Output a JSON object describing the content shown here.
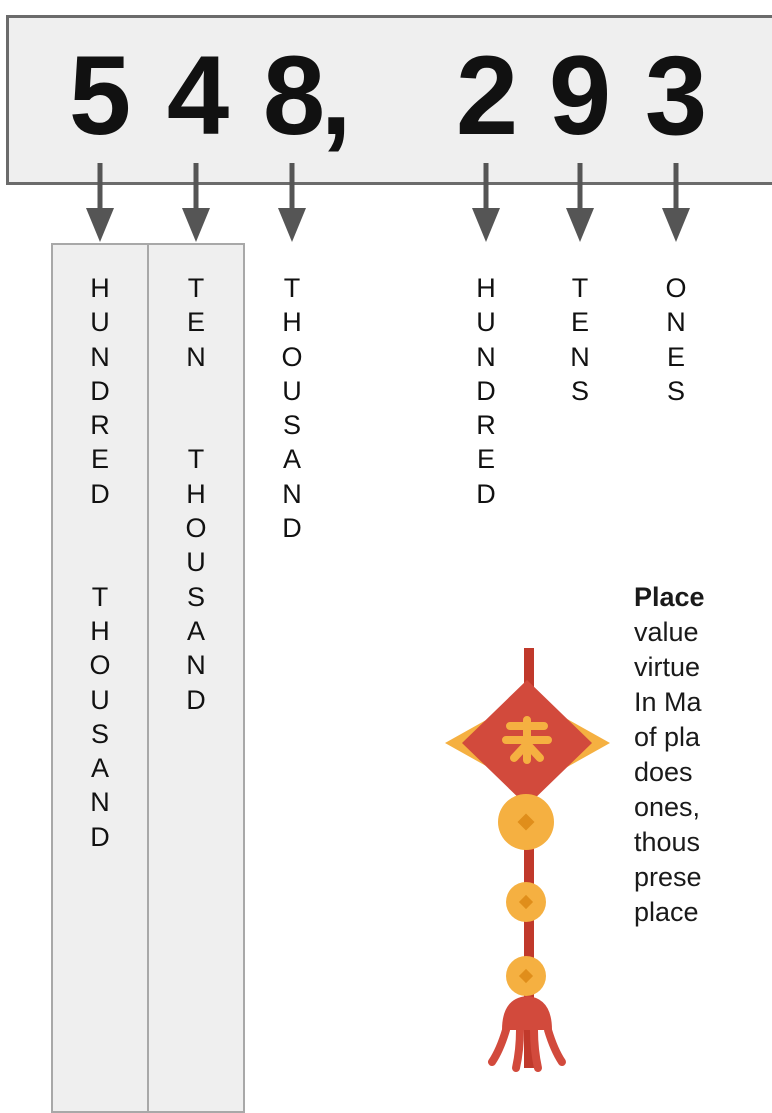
{
  "number": {
    "digits": [
      "5",
      "4",
      "8",
      "2",
      "9",
      "3"
    ],
    "separator": ","
  },
  "place_labels": [
    "HUNDRED  THOUSAND",
    "TEN  THOUSAND",
    "THOUSAND",
    "HUNDRED",
    "TENS",
    "ONES"
  ],
  "paragraph": {
    "heading": "Place",
    "lines": [
      "value",
      "virtue",
      "In Ma",
      "of pla",
      "does",
      "ones,",
      "thous",
      "prese",
      "place"
    ]
  },
  "colors": {
    "box_fill": "#efefef",
    "box_border": "#6b6b6b",
    "arrow": "#555555",
    "ornament_red": "#d24a3c",
    "ornament_gold": "#f5b041"
  }
}
